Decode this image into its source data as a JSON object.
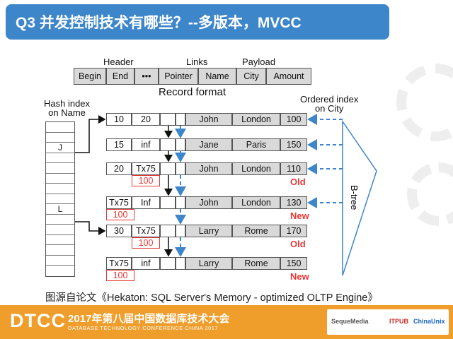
{
  "title": "Q3 并发控制技术有哪些？--多版本，MVCC",
  "figure": {
    "section_labels": {
      "header": "Header",
      "links": "Links",
      "payload": "Payload"
    },
    "format_cells": [
      "Begin",
      "End",
      "•••",
      "Pointer",
      "Name",
      "City",
      "Amount"
    ],
    "record_format_label": "Record format",
    "hash_index_label": "Hash index\non Name",
    "ordered_index_label": "Ordered index\non City",
    "btree_label": "B-tree",
    "hash_keys": [
      "J",
      "L"
    ],
    "rows": [
      {
        "begin": "10",
        "end": "20",
        "name": "John",
        "city": "London",
        "amount": "100",
        "sub": "",
        "tag": ""
      },
      {
        "begin": "15",
        "end": "inf",
        "name": "Jane",
        "city": "Paris",
        "amount": "150",
        "sub": "",
        "tag": ""
      },
      {
        "begin": "20",
        "end": "Tx75",
        "name": "John",
        "city": "London",
        "amount": "110",
        "sub": "100",
        "tag": "Old"
      },
      {
        "begin": "Tx75",
        "end": "Inf",
        "name": "John",
        "city": "London",
        "amount": "130",
        "sub": "100",
        "tag": "New"
      },
      {
        "begin": "30",
        "end": "Tx75",
        "name": "Larry",
        "city": "Rome",
        "amount": "170",
        "sub": "100",
        "tag": "Old"
      },
      {
        "begin": "Tx75",
        "end": "inf",
        "name": "Larry",
        "city": "Rome",
        "amount": "150",
        "sub": "100",
        "tag": "New"
      }
    ]
  },
  "caption": "图源自论文《Hekaton: SQL Server's Memory - optimized OLTP Engine》",
  "footer": {
    "logo": "DTCC",
    "conference_cn": "2017年第八届中国数据库技术大会",
    "conference_en": "DATABASE  TECHNOLOGY  CONFERENCE  CHINA  2017",
    "sponsors": [
      "SequeMedia",
      "ITPUB",
      "ChinaUnix"
    ]
  }
}
